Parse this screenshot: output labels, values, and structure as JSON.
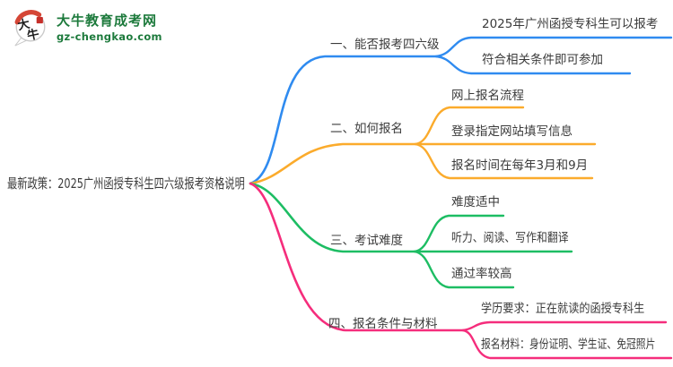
{
  "theme": {
    "background": "#ffffff",
    "text_color": "#3b3b3b"
  },
  "logo": {
    "site_name": "大牛教育成考网",
    "site_url": "gz-chengkao.com",
    "icon_char_1": "大",
    "icon_char_2": "牛",
    "brand_color": "#1d7a3c",
    "icon_red": "#d54636",
    "seal_red": "#c62f2a"
  },
  "central_topic": "最新政策：2025广州函授专科生四六级报考资格说明",
  "branches": [
    {
      "label": "一、能否报考四六级",
      "color": "#2f8bf0",
      "children": [
        "2025年广州函授专科生可以报考",
        "符合相关条件即可参加"
      ]
    },
    {
      "label": "二、如何报名",
      "color": "#fbab2c",
      "children": [
        "网上报名流程",
        "登录指定网站填写信息",
        "报名时间在每年3月和9月"
      ]
    },
    {
      "label": "三、考试难度",
      "color": "#1dbd63",
      "children": [
        "难度适中",
        "听力、阅读、写作和翻译",
        "通过率较高"
      ]
    },
    {
      "label": "四、报名条件与材料",
      "color": "#f52d7c",
      "children": [
        "学历要求：正在就读的函授专科生",
        "报名材料：身份证明、学生证、免冠照片"
      ]
    }
  ]
}
